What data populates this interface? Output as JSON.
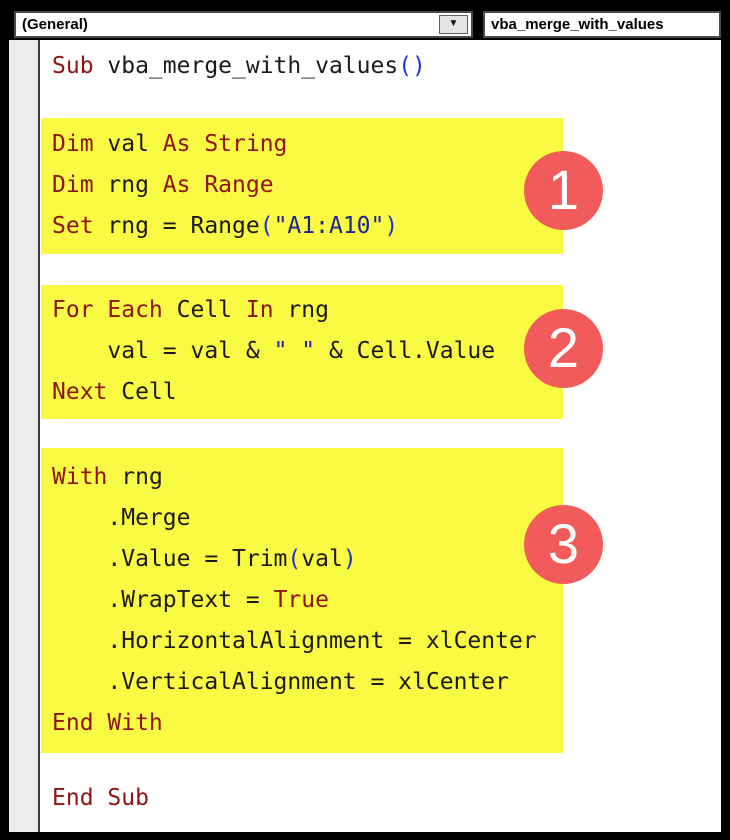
{
  "header": {
    "module_dropdown": {
      "value": "(General)"
    },
    "procedure_dropdown": {
      "value": "vba_merge_with_values"
    },
    "dropdown_arrow": "▼"
  },
  "colors": {
    "keyword": "#8E1414",
    "identifier": "#1a1a1a",
    "paren": "#2233CC",
    "string": "#1F2493",
    "highlight": "#FAF943",
    "badge": "#F15B5B"
  },
  "code": {
    "sections": [
      {
        "kind": "line",
        "name": "sub-declaration-line",
        "tokens": [
          [
            "Sub ",
            "kw"
          ],
          [
            "vba_merge_with_values",
            "id"
          ],
          [
            "()",
            "paren"
          ]
        ]
      },
      {
        "kind": "block",
        "name": "declare-variables-block",
        "badge": "1",
        "lines": [
          [
            [
              "Dim ",
              "kw"
            ],
            [
              "val ",
              "id"
            ],
            [
              "As String",
              "kw"
            ]
          ],
          [
            [
              "Dim ",
              "kw"
            ],
            [
              "rng ",
              "id"
            ],
            [
              "As Range",
              "kw"
            ]
          ],
          [
            [
              "Set ",
              "kw"
            ],
            [
              "rng = Range",
              "id"
            ],
            [
              "(",
              "paren"
            ],
            [
              "\"A1:A10\"",
              "str"
            ],
            [
              ")",
              "paren"
            ]
          ]
        ]
      },
      {
        "kind": "block",
        "name": "for-each-loop-block",
        "badge": "2",
        "lines": [
          [
            [
              "For Each ",
              "kw"
            ],
            [
              "Cell ",
              "id"
            ],
            [
              "In ",
              "kw"
            ],
            [
              "rng",
              "id"
            ]
          ],
          [
            [
              "    val = val & ",
              "id"
            ],
            [
              "\" \"",
              "str"
            ],
            [
              " & Cell.Value",
              "id"
            ]
          ],
          [
            [
              "Next ",
              "kw"
            ],
            [
              "Cell",
              "id"
            ]
          ]
        ]
      },
      {
        "kind": "block",
        "name": "with-range-block",
        "badge": "3",
        "lines": [
          [
            [
              "With ",
              "kw"
            ],
            [
              "rng",
              "id"
            ]
          ],
          [
            [
              "    .Merge",
              "id"
            ]
          ],
          [
            [
              "    .Value = Trim",
              "id"
            ],
            [
              "(",
              "paren"
            ],
            [
              "val",
              "id"
            ],
            [
              ")",
              "paren"
            ]
          ],
          [
            [
              "    .WrapText = ",
              "id"
            ],
            [
              "True",
              "kw"
            ]
          ],
          [
            [
              "    .HorizontalAlignment = xlCenter",
              "id"
            ]
          ],
          [
            [
              "    .VerticalAlignment = xlCenter",
              "id"
            ]
          ],
          [
            [
              "End With",
              "kw"
            ]
          ]
        ]
      },
      {
        "kind": "line",
        "name": "end-sub-line",
        "tokens": [
          [
            "End Sub",
            "kw"
          ]
        ]
      }
    ],
    "badges": [
      "1",
      "2",
      "3"
    ]
  }
}
